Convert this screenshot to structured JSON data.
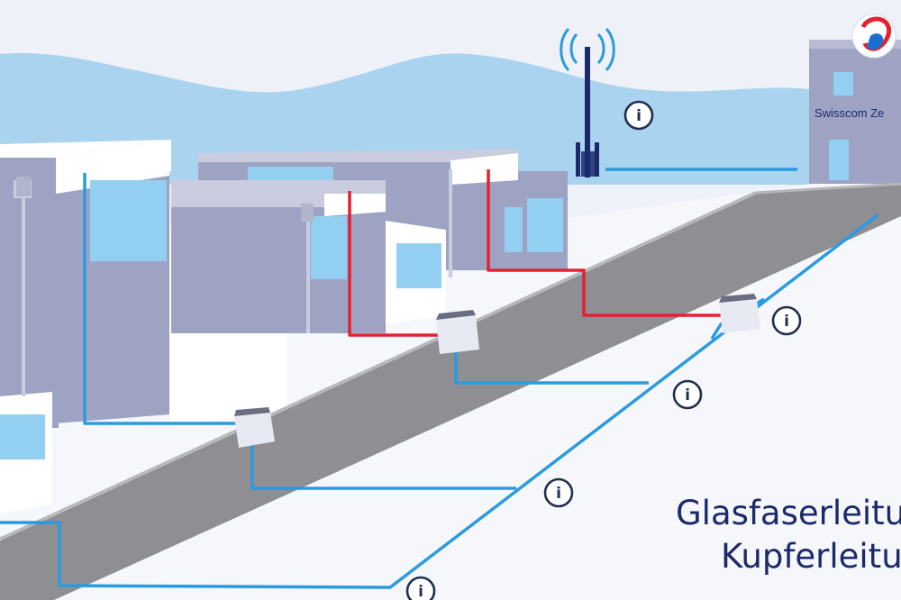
{
  "colors": {
    "sky": "#eef1f8",
    "hills": "#a9d3ee",
    "building_wall": "#9ea3c4",
    "building_light": "#c9ccde",
    "building_white": "#ffffff",
    "window": "#92cff0",
    "street": "#8e8e93",
    "ground": "#f6f7fb",
    "fiber_line": "#2b9be0",
    "copper_line": "#e32231",
    "antenna": "#1b2a6b",
    "text": "#1b2a6b"
  },
  "headquarters": {
    "label": "Swisscom Ze",
    "logo": "swisscom-logo-icon"
  },
  "legend": {
    "fiber_label": "Glasfaserleitu",
    "copper_label": "Kupferleitu"
  },
  "info_icons": [
    {
      "glyph": "i",
      "icon": "info-icon",
      "target": "antenna"
    },
    {
      "glyph": "i",
      "icon": "info-icon",
      "target": "street-box-right"
    },
    {
      "glyph": "i",
      "icon": "info-icon",
      "target": "branch-upper"
    },
    {
      "glyph": "i",
      "icon": "info-icon",
      "target": "branch-middle"
    },
    {
      "glyph": "i",
      "icon": "info-icon",
      "target": "branch-lower"
    }
  ]
}
